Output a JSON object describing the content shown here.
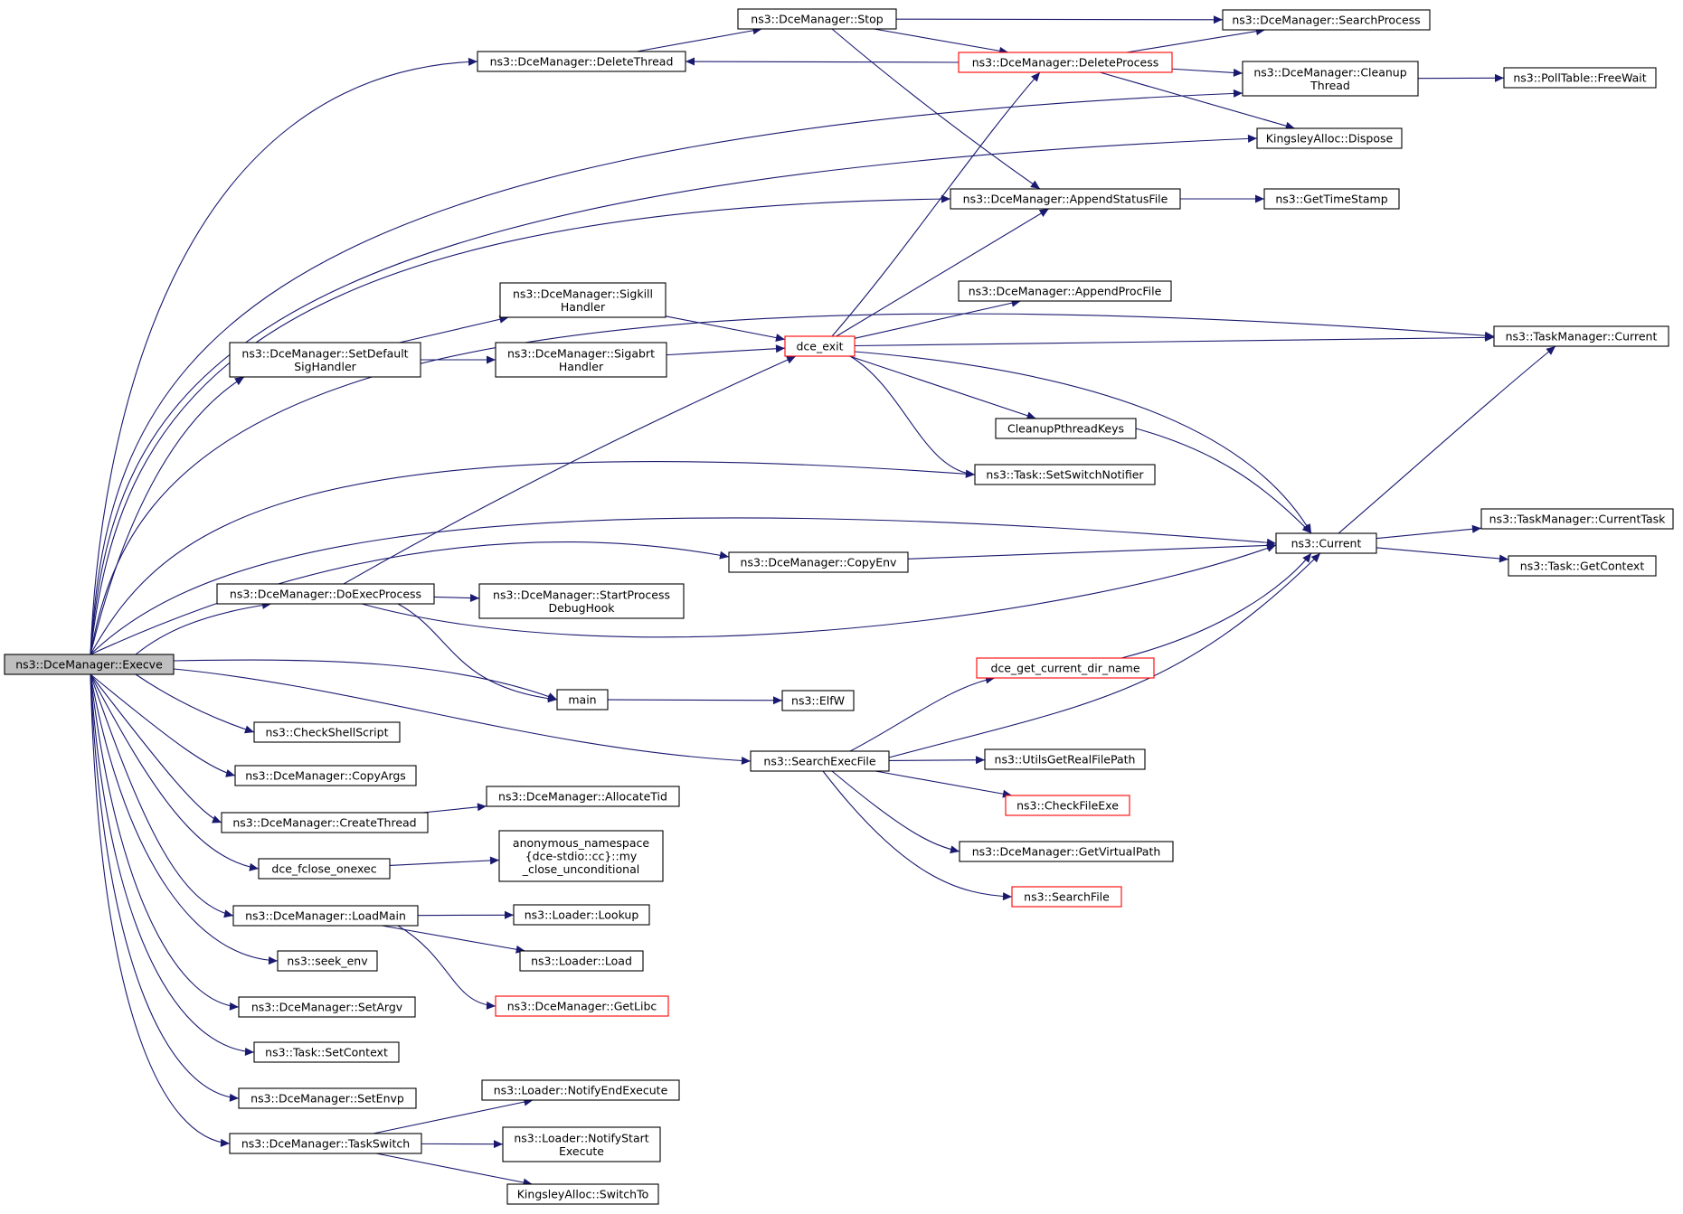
{
  "colors": {
    "edge": "#191970",
    "root_fill": "#bfbfbf",
    "box_border": "#000000",
    "truncated_border": "#ff0000",
    "background": "#ffffff"
  },
  "nodes": {
    "execve": {
      "lines": [
        "ns3::DceManager::Execve"
      ],
      "style": "root"
    },
    "stop": {
      "lines": [
        "ns3::DceManager::Stop"
      ]
    },
    "searchprocess": {
      "lines": [
        "ns3::DceManager::SearchProcess"
      ]
    },
    "deletethread": {
      "lines": [
        "ns3::DceManager::DeleteThread"
      ]
    },
    "deleteprocess": {
      "lines": [
        "ns3::DceManager::DeleteProcess"
      ],
      "style": "red"
    },
    "cleanupthread": {
      "lines": [
        "ns3::DceManager::Cleanup",
        "Thread"
      ]
    },
    "freewait": {
      "lines": [
        "ns3::PollTable::FreeWait"
      ]
    },
    "kdispose": {
      "lines": [
        "KingsleyAlloc::Dispose"
      ]
    },
    "appendstatus": {
      "lines": [
        "ns3::DceManager::AppendStatusFile"
      ]
    },
    "gettimestamp": {
      "lines": [
        "ns3::GetTimeStamp"
      ]
    },
    "sigkill": {
      "lines": [
        "ns3::DceManager::Sigkill",
        "Handler"
      ]
    },
    "appendproc": {
      "lines": [
        "ns3::DceManager::AppendProcFile"
      ]
    },
    "setdefaultsig": {
      "lines": [
        "ns3::DceManager::SetDefault",
        "SigHandler"
      ]
    },
    "sigabrt": {
      "lines": [
        "ns3::DceManager::Sigabrt",
        "Handler"
      ]
    },
    "dceexit": {
      "lines": [
        "dce_exit"
      ],
      "style": "red"
    },
    "tmcurrent": {
      "lines": [
        "ns3::TaskManager::Current"
      ]
    },
    "cleanuppthread": {
      "lines": [
        "CleanupPthreadKeys"
      ]
    },
    "setswitchnotifier": {
      "lines": [
        "ns3::Task::SetSwitchNotifier"
      ]
    },
    "current": {
      "lines": [
        "ns3::Current"
      ]
    },
    "currenttask": {
      "lines": [
        "ns3::TaskManager::CurrentTask"
      ]
    },
    "copyenv": {
      "lines": [
        "ns3::DceManager::CopyEnv"
      ]
    },
    "getcontext": {
      "lines": [
        "ns3::Task::GetContext"
      ]
    },
    "doexec": {
      "lines": [
        "ns3::DceManager::DoExecProcess"
      ]
    },
    "startdebug": {
      "lines": [
        "ns3::DceManager::StartProcess",
        "DebugHook"
      ]
    },
    "getcurdir": {
      "lines": [
        "dce_get_current_dir_name"
      ],
      "style": "red"
    },
    "main": {
      "lines": [
        "main"
      ]
    },
    "elfw": {
      "lines": [
        "ns3::ElfW"
      ]
    },
    "checkshell": {
      "lines": [
        "ns3::CheckShellScript"
      ]
    },
    "searchexec": {
      "lines": [
        "ns3::SearchExecFile"
      ]
    },
    "realpath": {
      "lines": [
        "ns3::UtilsGetRealFilePath"
      ]
    },
    "copyargs": {
      "lines": [
        "ns3::DceManager::CopyArgs"
      ]
    },
    "createthread": {
      "lines": [
        "ns3::DceManager::CreateThread"
      ]
    },
    "allocatetid": {
      "lines": [
        "ns3::DceManager::AllocateTid"
      ]
    },
    "checkfileexe": {
      "lines": [
        "ns3::CheckFileExe"
      ],
      "style": "red"
    },
    "fcloseonexec": {
      "lines": [
        "dce_fclose_onexec"
      ]
    },
    "anonclose": {
      "lines": [
        "anonymous_namespace",
        "{dce-stdio::cc}::my",
        "_close_unconditional"
      ]
    },
    "getvirtual": {
      "lines": [
        "ns3::DceManager::GetVirtualPath"
      ]
    },
    "searchfile": {
      "lines": [
        "ns3::SearchFile"
      ],
      "style": "red"
    },
    "loadmain": {
      "lines": [
        "ns3::DceManager::LoadMain"
      ]
    },
    "lookup": {
      "lines": [
        "ns3::Loader::Lookup"
      ]
    },
    "seekenv": {
      "lines": [
        "ns3::seek_env"
      ]
    },
    "load": {
      "lines": [
        "ns3::Loader::Load"
      ]
    },
    "getlibc": {
      "lines": [
        "ns3::DceManager::GetLibc"
      ],
      "style": "red"
    },
    "setargv": {
      "lines": [
        "ns3::DceManager::SetArgv"
      ]
    },
    "setcontext": {
      "lines": [
        "ns3::Task::SetContext"
      ]
    },
    "notifyend": {
      "lines": [
        "ns3::Loader::NotifyEndExecute"
      ]
    },
    "setenvp": {
      "lines": [
        "ns3::DceManager::SetEnvp"
      ]
    },
    "notifystart": {
      "lines": [
        "ns3::Loader::NotifyStart",
        "Execute"
      ]
    },
    "taskswitch": {
      "lines": [
        "ns3::DceManager::TaskSwitch"
      ]
    },
    "switchto": {
      "lines": [
        "KingsleyAlloc::SwitchTo"
      ]
    }
  },
  "edges": [
    [
      "execve",
      "deletethread"
    ],
    [
      "execve",
      "cleanupthread"
    ],
    [
      "execve",
      "kdispose"
    ],
    [
      "execve",
      "appendstatus"
    ],
    [
      "execve",
      "tmcurrent"
    ],
    [
      "execve",
      "setdefaultsig"
    ],
    [
      "execve",
      "setswitchnotifier"
    ],
    [
      "execve",
      "current"
    ],
    [
      "execve",
      "copyenv"
    ],
    [
      "execve",
      "doexec"
    ],
    [
      "execve",
      "main"
    ],
    [
      "execve",
      "searchexec"
    ],
    [
      "execve",
      "checkshell"
    ],
    [
      "execve",
      "copyargs"
    ],
    [
      "execve",
      "createthread"
    ],
    [
      "execve",
      "fcloseonexec"
    ],
    [
      "execve",
      "loadmain"
    ],
    [
      "execve",
      "seekenv"
    ],
    [
      "execve",
      "setargv"
    ],
    [
      "execve",
      "setcontext"
    ],
    [
      "execve",
      "setenvp"
    ],
    [
      "execve",
      "taskswitch"
    ],
    [
      "deletethread",
      "stop"
    ],
    [
      "stop",
      "searchprocess"
    ],
    [
      "stop",
      "deleteprocess"
    ],
    [
      "stop",
      "appendstatus"
    ],
    [
      "deleteprocess",
      "deletethread"
    ],
    [
      "deleteprocess",
      "searchprocess"
    ],
    [
      "deleteprocess",
      "cleanupthread"
    ],
    [
      "deleteprocess",
      "kdispose"
    ],
    [
      "cleanupthread",
      "freewait"
    ],
    [
      "appendstatus",
      "gettimestamp"
    ],
    [
      "setdefaultsig",
      "sigkill"
    ],
    [
      "setdefaultsig",
      "sigabrt"
    ],
    [
      "sigkill",
      "dceexit"
    ],
    [
      "sigabrt",
      "dceexit"
    ],
    [
      "dceexit",
      "deleteprocess"
    ],
    [
      "dceexit",
      "appendstatus"
    ],
    [
      "dceexit",
      "appendproc"
    ],
    [
      "dceexit",
      "tmcurrent"
    ],
    [
      "dceexit",
      "cleanuppthread"
    ],
    [
      "dceexit",
      "setswitchnotifier"
    ],
    [
      "dceexit",
      "current"
    ],
    [
      "cleanuppthread",
      "current"
    ],
    [
      "current",
      "tmcurrent"
    ],
    [
      "current",
      "currenttask"
    ],
    [
      "current",
      "getcontext"
    ],
    [
      "copyenv",
      "current"
    ],
    [
      "doexec",
      "dceexit"
    ],
    [
      "doexec",
      "startdebug"
    ],
    [
      "doexec",
      "main"
    ],
    [
      "doexec",
      "current"
    ],
    [
      "main",
      "elfw"
    ],
    [
      "getcurdir",
      "current"
    ],
    [
      "searchexec",
      "getcurdir"
    ],
    [
      "searchexec",
      "current"
    ],
    [
      "searchexec",
      "realpath"
    ],
    [
      "searchexec",
      "checkfileexe"
    ],
    [
      "searchexec",
      "getvirtual"
    ],
    [
      "searchexec",
      "searchfile"
    ],
    [
      "createthread",
      "allocatetid"
    ],
    [
      "fcloseonexec",
      "anonclose"
    ],
    [
      "loadmain",
      "lookup"
    ],
    [
      "loadmain",
      "load"
    ],
    [
      "loadmain",
      "getlibc"
    ],
    [
      "taskswitch",
      "notifyend"
    ],
    [
      "taskswitch",
      "notifystart"
    ],
    [
      "taskswitch",
      "switchto"
    ]
  ]
}
